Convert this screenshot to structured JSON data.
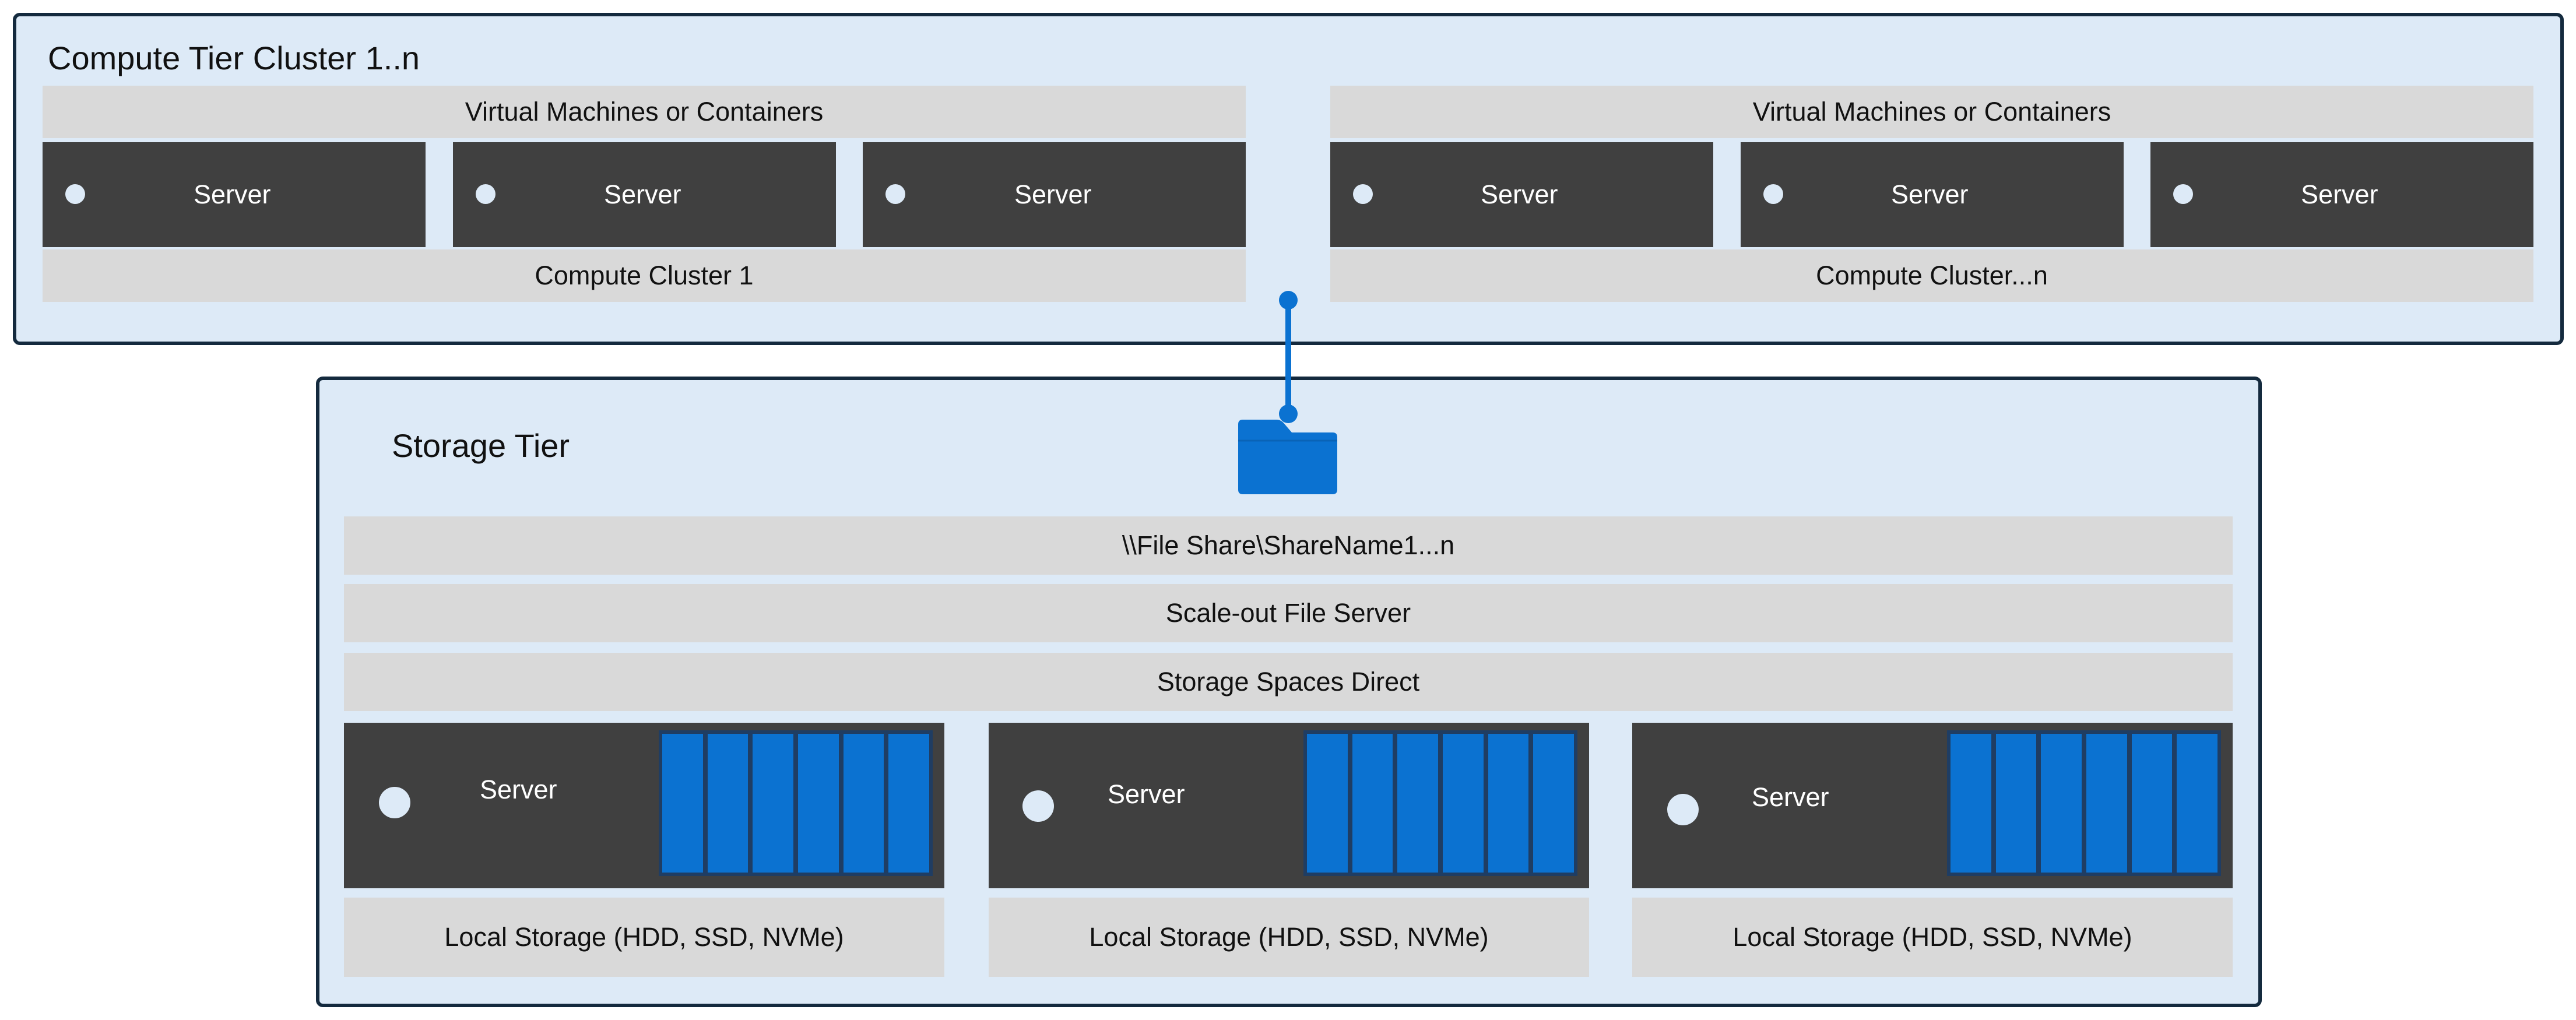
{
  "colors": {
    "tier_background": "#ddeaf7",
    "tier_border": "#142a3e",
    "band": "#d9d9d9",
    "server": "#404040",
    "accent_blue": "#0b72d1"
  },
  "compute_tier": {
    "title": "Compute Tier Cluster 1..n",
    "clusters": [
      {
        "vm_label": "Virtual Machines or Containers",
        "servers": [
          "Server",
          "Server",
          "Server"
        ],
        "cluster_label": "Compute Cluster 1"
      },
      {
        "vm_label": "Virtual Machines or Containers",
        "servers": [
          "Server",
          "Server",
          "Server"
        ],
        "cluster_label": "Compute Cluster...n"
      }
    ]
  },
  "connector": {
    "icon": "folder-icon"
  },
  "storage_tier": {
    "title": "Storage Tier",
    "layers": [
      "\\\\File Share\\ShareName1...n",
      "Scale-out File Server",
      "Storage Spaces Direct"
    ],
    "nodes": [
      {
        "server_label": "Server",
        "drive_count": 6,
        "storage_label": "Local Storage (HDD, SSD, NVMe)"
      },
      {
        "server_label": "Server",
        "drive_count": 6,
        "storage_label": "Local Storage (HDD, SSD, NVMe)"
      },
      {
        "server_label": "Server",
        "drive_count": 6,
        "storage_label": "Local Storage (HDD, SSD, NVMe)"
      }
    ]
  }
}
